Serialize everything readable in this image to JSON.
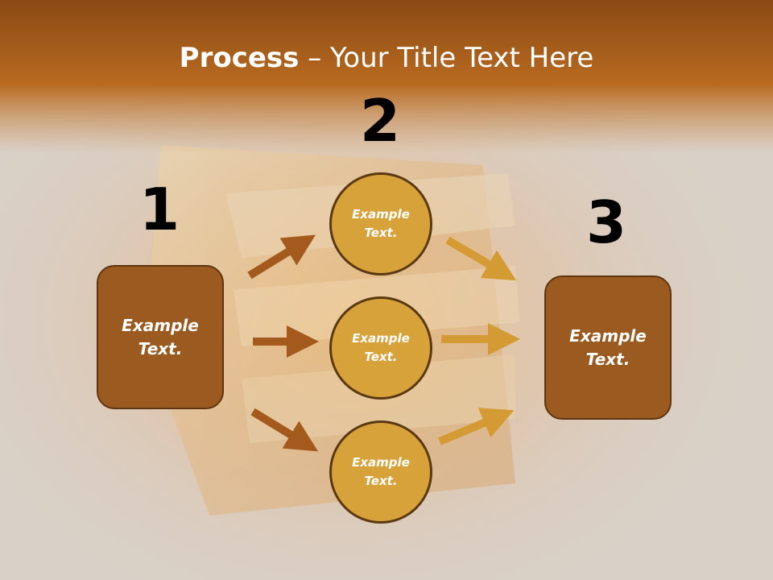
{
  "title": {
    "bold": "Process",
    "separator": " – ",
    "rest": "Your Title Text Here"
  },
  "steps": {
    "one": "1",
    "two": "2",
    "three": "3"
  },
  "boxes": {
    "left": [
      "Example",
      "Text."
    ],
    "right": [
      "Example",
      "Text."
    ]
  },
  "circles": [
    {
      "line1": "Example",
      "line2": "Text."
    },
    {
      "line1": "Example",
      "line2": "Text."
    },
    {
      "line1": "Example",
      "line2": "Text."
    }
  ],
  "colors": {
    "header": "#b0621c",
    "box_fill": "#9b5a1f",
    "circle_fill": "#d8a23a",
    "arrow_left": "#a35a1c",
    "arrow_right": "#d49a33"
  }
}
